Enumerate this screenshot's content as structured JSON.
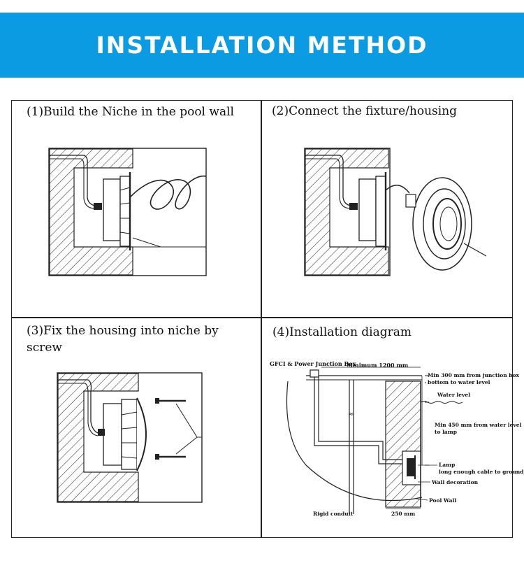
{
  "banner": {
    "title": "INSTALLATION METHOD"
  },
  "steps": [
    {
      "label": "(1)Build the Niche in the pool wall"
    },
    {
      "label": "(2)Connect the fixture/housing"
    },
    {
      "label": "(3)Fix the housing into niche by screw"
    },
    {
      "label": "(4)Installation diagram"
    }
  ],
  "diagram": {
    "gfci": "GFCI & Power Junction Box",
    "min_1200": "Minimum 1200 mm",
    "min_300_l1": "Min 300 mm from junction box",
    "min_300_l2": "bottom to water level",
    "water_level": "Water level",
    "min_450_l1": "Min 450 mm from water level",
    "min_450_l2": "to lamp",
    "lamp": "Lamp",
    "long_cable": "long enough cable to ground",
    "wall_decoration": "Wall decoration",
    "pool_wall": "Pool Wall",
    "dim_250": "250 mm",
    "rigid_conduit": "Rigid conduit"
  },
  "colors": {
    "banner": "#0a9be3",
    "banner_text": "#ffffff",
    "line": "#222222"
  }
}
